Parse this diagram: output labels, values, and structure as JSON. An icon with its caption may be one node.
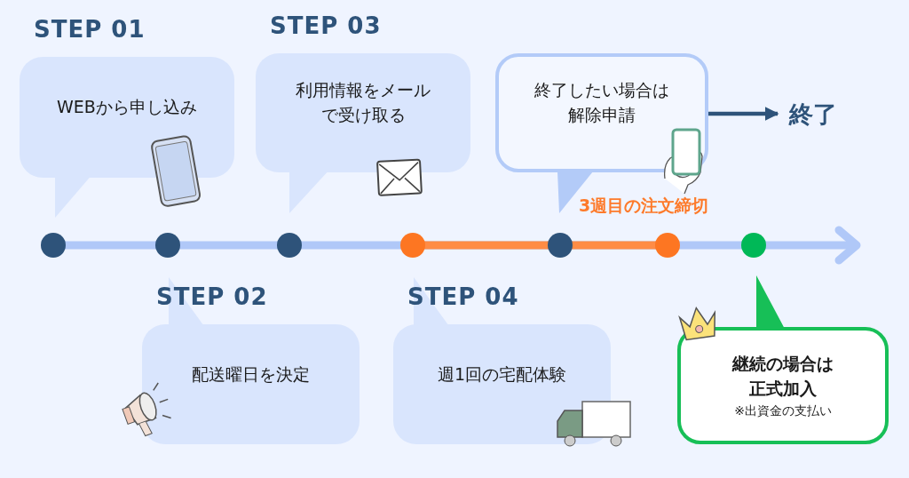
{
  "diagram": {
    "nodes": [
      {
        "text": [
          "STEP 01",
          "WEBから申し込み"
        ]
      },
      {
        "text": [
          "STEP 03",
          "利用情報をメールで受け取る"
        ]
      },
      {
        "text": [
          "終了したい場合は解除申請"
        ]
      },
      {
        "text": [
          "終了"
        ]
      },
      {
        "text": [
          "STEP 02",
          "配送曜日を決定"
        ]
      },
      {
        "text": [
          "STEP 04",
          "週1回の宅配体験"
        ]
      },
      {
        "text": [
          "継続の場合は正式加入",
          "※出資金の支払い"
        ]
      }
    ],
    "edges": [
      {
        "from": 2,
        "to": 3,
        "arrow": "to"
      }
    ],
    "labels": [
      "3週目の注文締切"
    ]
  }
}
